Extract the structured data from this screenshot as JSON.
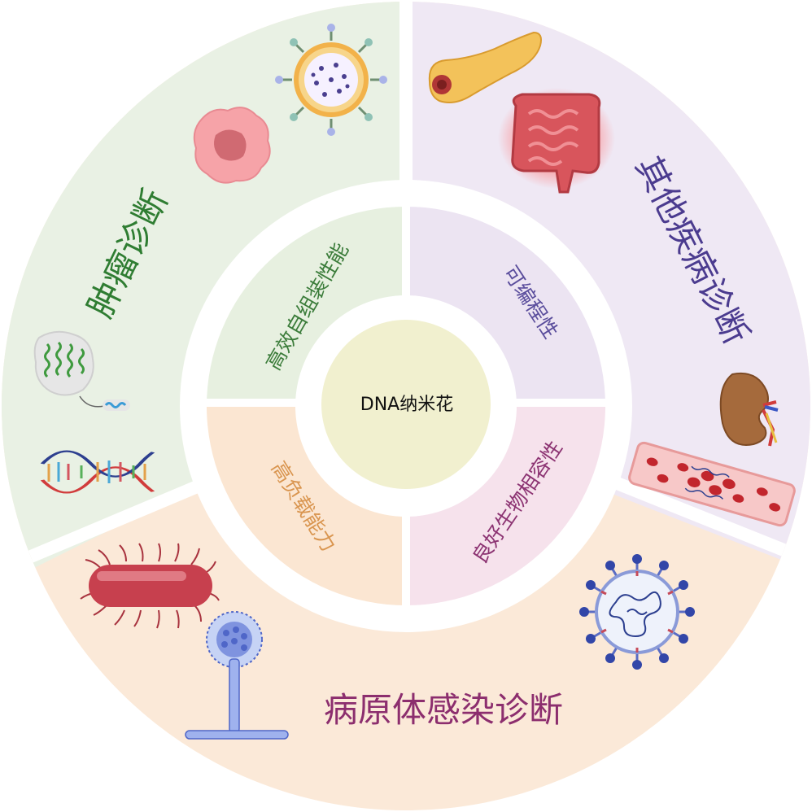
{
  "center": {
    "label": "DNA纳米花"
  },
  "inner_properties": {
    "top_left": "高效自组装性能",
    "top_right": "可编程性",
    "bottom_left": "高负载能力",
    "bottom_right": "良好生物相容性"
  },
  "outer_applications": {
    "tumor": "肿瘤诊断",
    "other_disease": "其他疾病诊断",
    "pathogen": "病原体感染诊断"
  },
  "colors": {
    "tumor_bg": "#e9f1e4",
    "tumor_text": "#2f7d32",
    "other_bg": "#efe8f4",
    "other_text": "#4b3b8f",
    "pathogen_bg": "#fbe9d8",
    "pathogen_text": "#8c2e6e",
    "inner_tl_bg": "#e7f0e0",
    "inner_tl_text": "#3b7c3a",
    "inner_tr_bg": "#ece4f2",
    "inner_tr_text": "#5a4d9c",
    "inner_bl_bg": "#fbe6d2",
    "inner_bl_text": "#d9954f",
    "inner_br_bg": "#f6e2ec",
    "inner_br_text": "#8c3372",
    "center_bg": "#f1f0cf"
  },
  "icons": [
    "exosome-icon",
    "tumor-cell-icon",
    "protein-icon",
    "dna-helix-icon",
    "pancreas-icon",
    "intestine-icon",
    "kidney-icon",
    "blood-vessel-icon",
    "bacterium-icon",
    "fungus-icon",
    "virus-icon"
  ]
}
